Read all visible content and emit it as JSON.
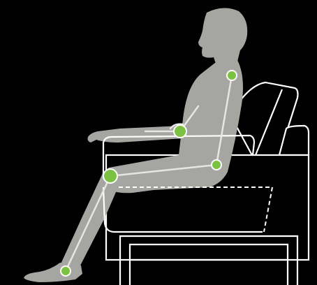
{
  "colors": {
    "background": "#000000",
    "silhouette": "#a5a5a1",
    "outline": "#ffffff",
    "skeleton_line": "#e6e6e2",
    "joint_fill": "#7cc242",
    "joint_ring": "#ffffff"
  },
  "diagram": {
    "subject": "seated-figure-posture",
    "joints": [
      "shoulder",
      "elbow",
      "hip",
      "knee",
      "ankle"
    ]
  }
}
